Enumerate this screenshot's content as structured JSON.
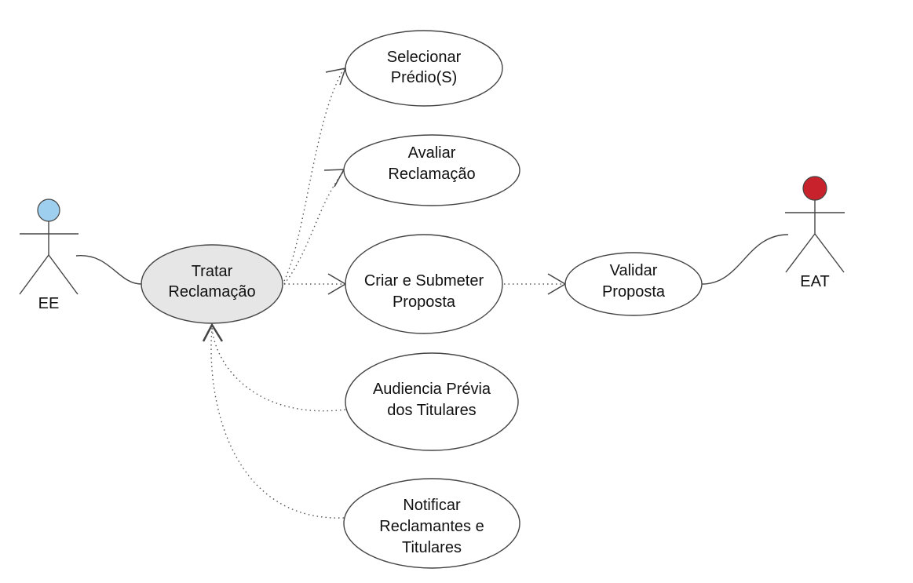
{
  "diagram": {
    "type": "use-case",
    "actors": [
      {
        "id": "ee",
        "label": "EE",
        "head_color": "#9fcfee"
      },
      {
        "id": "eat",
        "label": "EAT",
        "head_color": "#c8232c"
      }
    ],
    "use_cases": [
      {
        "id": "tratar",
        "lines": [
          "Tratar",
          "Reclamação"
        ],
        "fill": "#e6e6e6"
      },
      {
        "id": "selecionar",
        "lines": [
          "Selecionar",
          "Prédio(S)"
        ]
      },
      {
        "id": "avaliar",
        "lines": [
          "Avaliar",
          "Reclamação"
        ]
      },
      {
        "id": "criar",
        "lines": [
          "Criar e Submeter",
          "Proposta"
        ]
      },
      {
        "id": "validar",
        "lines": [
          "Validar",
          "Proposta"
        ]
      },
      {
        "id": "audiencia",
        "lines": [
          "Audiencia Prévia",
          "dos Titulares"
        ]
      },
      {
        "id": "notificar",
        "lines": [
          "Notificar",
          "Reclamantes e",
          "Titulares"
        ]
      }
    ],
    "relationships": [
      {
        "from": "ee",
        "to": "tratar",
        "kind": "association"
      },
      {
        "from": "eat",
        "to": "validar",
        "kind": "association"
      },
      {
        "from": "tratar",
        "to": "selecionar",
        "kind": "dependency"
      },
      {
        "from": "tratar",
        "to": "avaliar",
        "kind": "dependency"
      },
      {
        "from": "tratar",
        "to": "criar",
        "kind": "dependency"
      },
      {
        "from": "criar",
        "to": "validar",
        "kind": "dependency"
      },
      {
        "from": "audiencia",
        "to": "tratar",
        "kind": "dependency"
      },
      {
        "from": "notificar",
        "to": "tratar",
        "kind": "dependency"
      }
    ]
  }
}
